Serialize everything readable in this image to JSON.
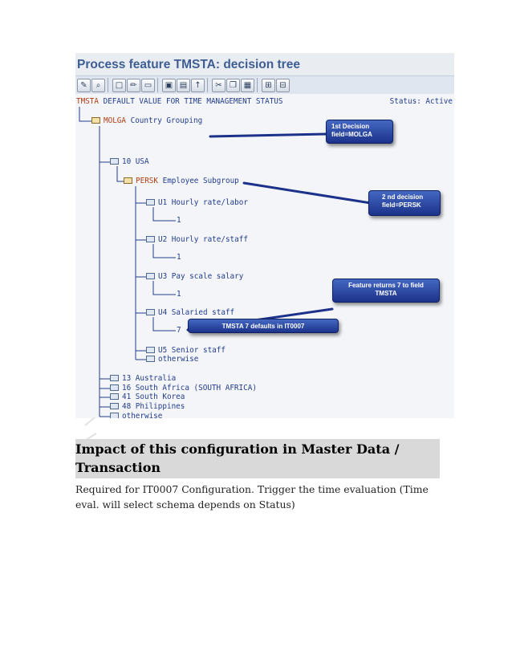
{
  "screenshot": {
    "title": "Process feature TMSTA: decision tree",
    "status": "Status: Active",
    "root": {
      "key": "TMSTA",
      "label": "DEFAULT VALUE FOR TIME MANAGEMENT STATUS"
    },
    "molga": {
      "key": "MOLGA",
      "label": "Country Grouping"
    },
    "usa": "10 USA",
    "persk": {
      "key": "PERSK",
      "label": "Employee Subgroup"
    },
    "u1": "U1 Hourly rate/labor",
    "u1_value": "1",
    "u2": "U2 Hourly rate/staff",
    "u2_value": "1",
    "u3": "U3 Pay scale salary",
    "u3_value": "1",
    "u4": "U4 Salaried staff",
    "u4_value": "7",
    "u5": "U5 Senior staff",
    "otherwise_inner": "otherwise",
    "countries": [
      "13 Australia",
      "16 South Africa (SOUTH AFRICA)",
      "41 South Korea",
      "48 Philippines",
      "otherwise"
    ],
    "callouts": {
      "c1": "1st Decision field=MOLGA",
      "c2": "2 nd decision field=PERSK",
      "c3": "Feature returns 7 to field TMSTA",
      "c4": "TMSTA 7 defaults in IT0007"
    },
    "toolbar_icons": [
      "display-icon",
      "find-icon",
      "create-icon",
      "change-icon",
      "delete-icon",
      "copy-icon",
      "info-icon",
      "move-up-icon",
      "cut-icon",
      "copy-node-icon",
      "paste-icon",
      "expand-icon",
      "collapse-icon"
    ]
  },
  "heading": "Impact of this configuration in Master Data / Transaction",
  "body": "Required for IT0007 Configuration. Trigger the time evaluation (Time eval. will select schema depends on Status)"
}
